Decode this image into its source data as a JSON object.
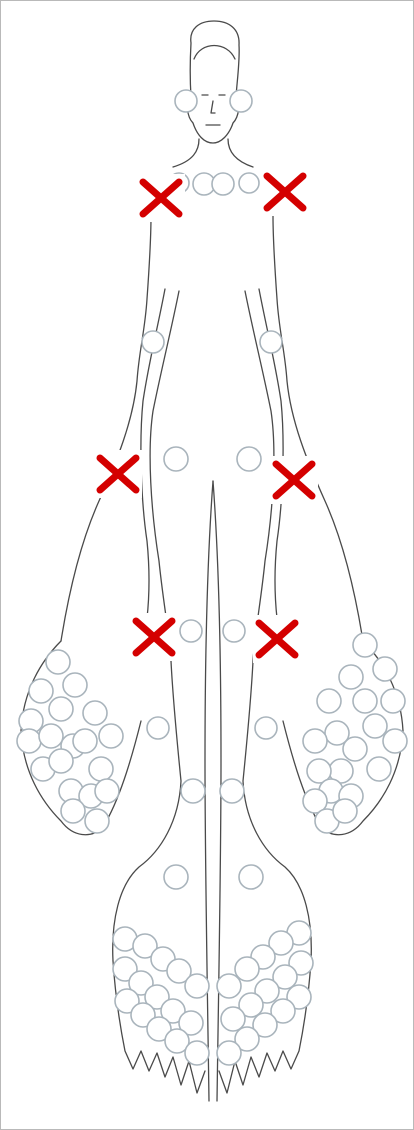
{
  "diagram": {
    "type": "joint-homunculus",
    "view": "front",
    "colors": {
      "outline": "#4a4a4a",
      "joint_circle": "#a9b4bc",
      "marker": "#d40000",
      "border": "#b9b9b9"
    },
    "markers": [
      {
        "joint": "right-shoulder",
        "symbol": "x"
      },
      {
        "joint": "left-shoulder",
        "symbol": "x"
      },
      {
        "joint": "right-elbow",
        "symbol": "x"
      },
      {
        "joint": "left-elbow",
        "symbol": "x"
      },
      {
        "joint": "right-wrist",
        "symbol": "x"
      },
      {
        "joint": "left-wrist",
        "symbol": "x"
      }
    ]
  }
}
